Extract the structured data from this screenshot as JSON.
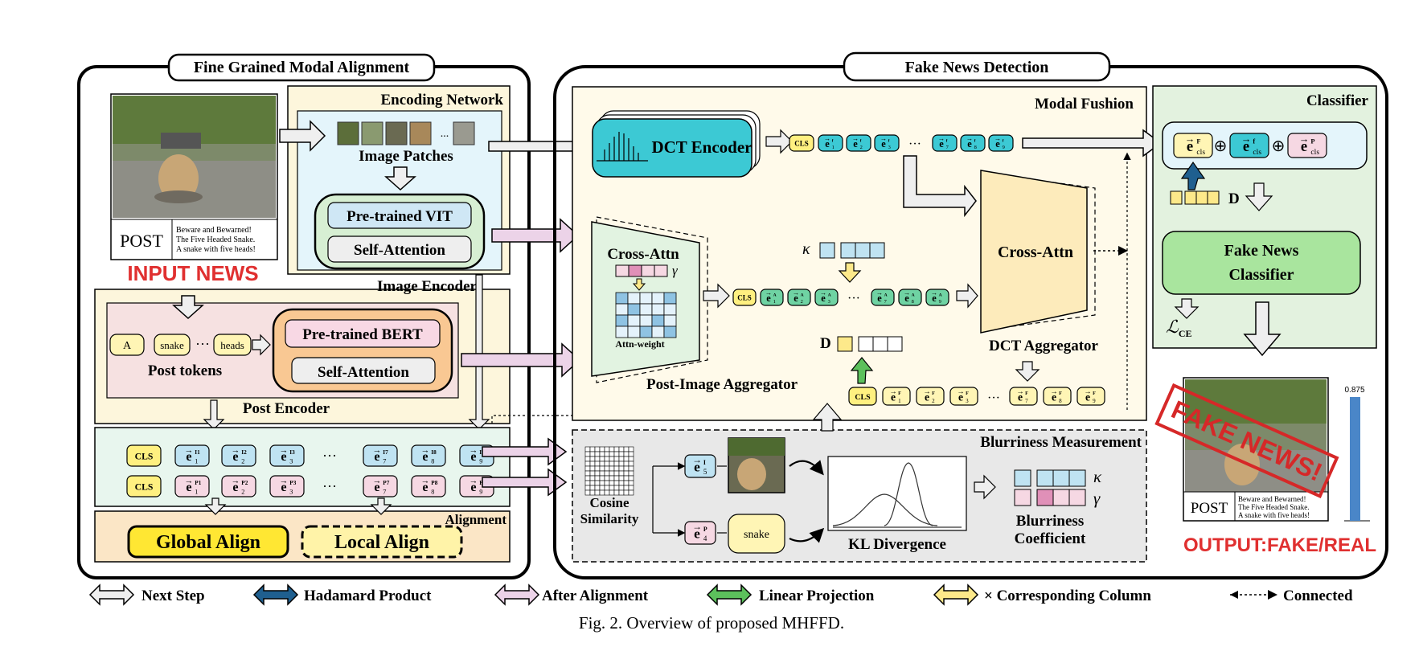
{
  "sections": {
    "left_title": "Fine Grained Modal Alignment",
    "right_title": "Fake News Detection",
    "encoding_network": "Encoding Network",
    "image_encoder": "Image Encoder",
    "post_encoder": "Post Encoder",
    "alignment": "Alignment",
    "modal_fusion": "Modal Fushion",
    "classifier": "Classifier",
    "blurriness_measurement": "Blurriness Measurement"
  },
  "input": {
    "label": "INPUT NEWS",
    "post_word": "POST",
    "post_lines": [
      "Beware and Bewarned!",
      "The Five Headed Snake.",
      "A snake with five heads!"
    ]
  },
  "encoder": {
    "image_patches": "Image Patches",
    "patch_ellipsis": "...",
    "vit": "Pre-trained VIT",
    "self_attention": "Self-Attention",
    "bert": "Pre-trained BERT",
    "tokens": [
      "A",
      "snake",
      "heads"
    ],
    "token_ellipsis": "···",
    "post_tokens": "Post tokens"
  },
  "alignment": {
    "cls": "CLS",
    "image_subscripts": [
      "1",
      "2",
      "3",
      "7",
      "8",
      "9"
    ],
    "image_sup": "I",
    "post_sup": "P",
    "ellipsis": "···",
    "global_align": "Global Align",
    "local_align": "Local Align"
  },
  "fusion": {
    "dct_encoder": "DCT Encoder",
    "cls": "CLS",
    "cross_attn": "Cross-Attn",
    "attn_weight": "Attn-weight",
    "gamma": "γ",
    "kappa": "κ",
    "d_label": "D",
    "post_image_aggregator": "Post-Image Aggregator",
    "dct_aggregator": "DCT Aggregator",
    "ellipsis": "···"
  },
  "classifier": {
    "e_cls_F": "e",
    "d_label": "D",
    "fake_news_classifier_l1": "Fake News",
    "fake_news_classifier_l2": "Classifier",
    "loss": "ℒ",
    "loss_sub": "CE",
    "oplus": "⊕"
  },
  "blurriness": {
    "cosine_l1": "Cosine",
    "cosine_l2": "Similarity",
    "snake": "snake",
    "kl": "KL Divergence",
    "coef_l1": "Blurriness",
    "coef_l2": "Coefficient",
    "kappa": "κ",
    "gamma": "γ"
  },
  "output": {
    "stamp": "FAKE NEWS!",
    "label": "OUTPUT:FAKE/REAL",
    "bar_value": "0.875",
    "bar_fraction": 0.875,
    "post_word": "POST",
    "post_lines": [
      "Beware and Bewarned!",
      "The Five Headed Snake.",
      "A snake with five heads!"
    ]
  },
  "legend": [
    {
      "label": "Next Step",
      "color": "#efefef"
    },
    {
      "label": "Hadamard Product",
      "color": "#1f5f8f"
    },
    {
      "label": "After Alignment",
      "color": "#ecd3e8"
    },
    {
      "label": "Linear Projection",
      "color": "#5cc05c"
    },
    {
      "label": "× Corresponding Column",
      "color": "#fde98a"
    },
    {
      "label": "Connected",
      "color": "#000000"
    }
  ],
  "caption": "Fig. 2.  Overview of proposed MHFFD.",
  "colors": {
    "blue_token": "#bfe3f2",
    "pink_token": "#f6d8e3",
    "green_token": "#6fd3a3",
    "yellow_token": "#fff5b5",
    "teal": "#3cc9d4",
    "red_text": "#e03030"
  }
}
